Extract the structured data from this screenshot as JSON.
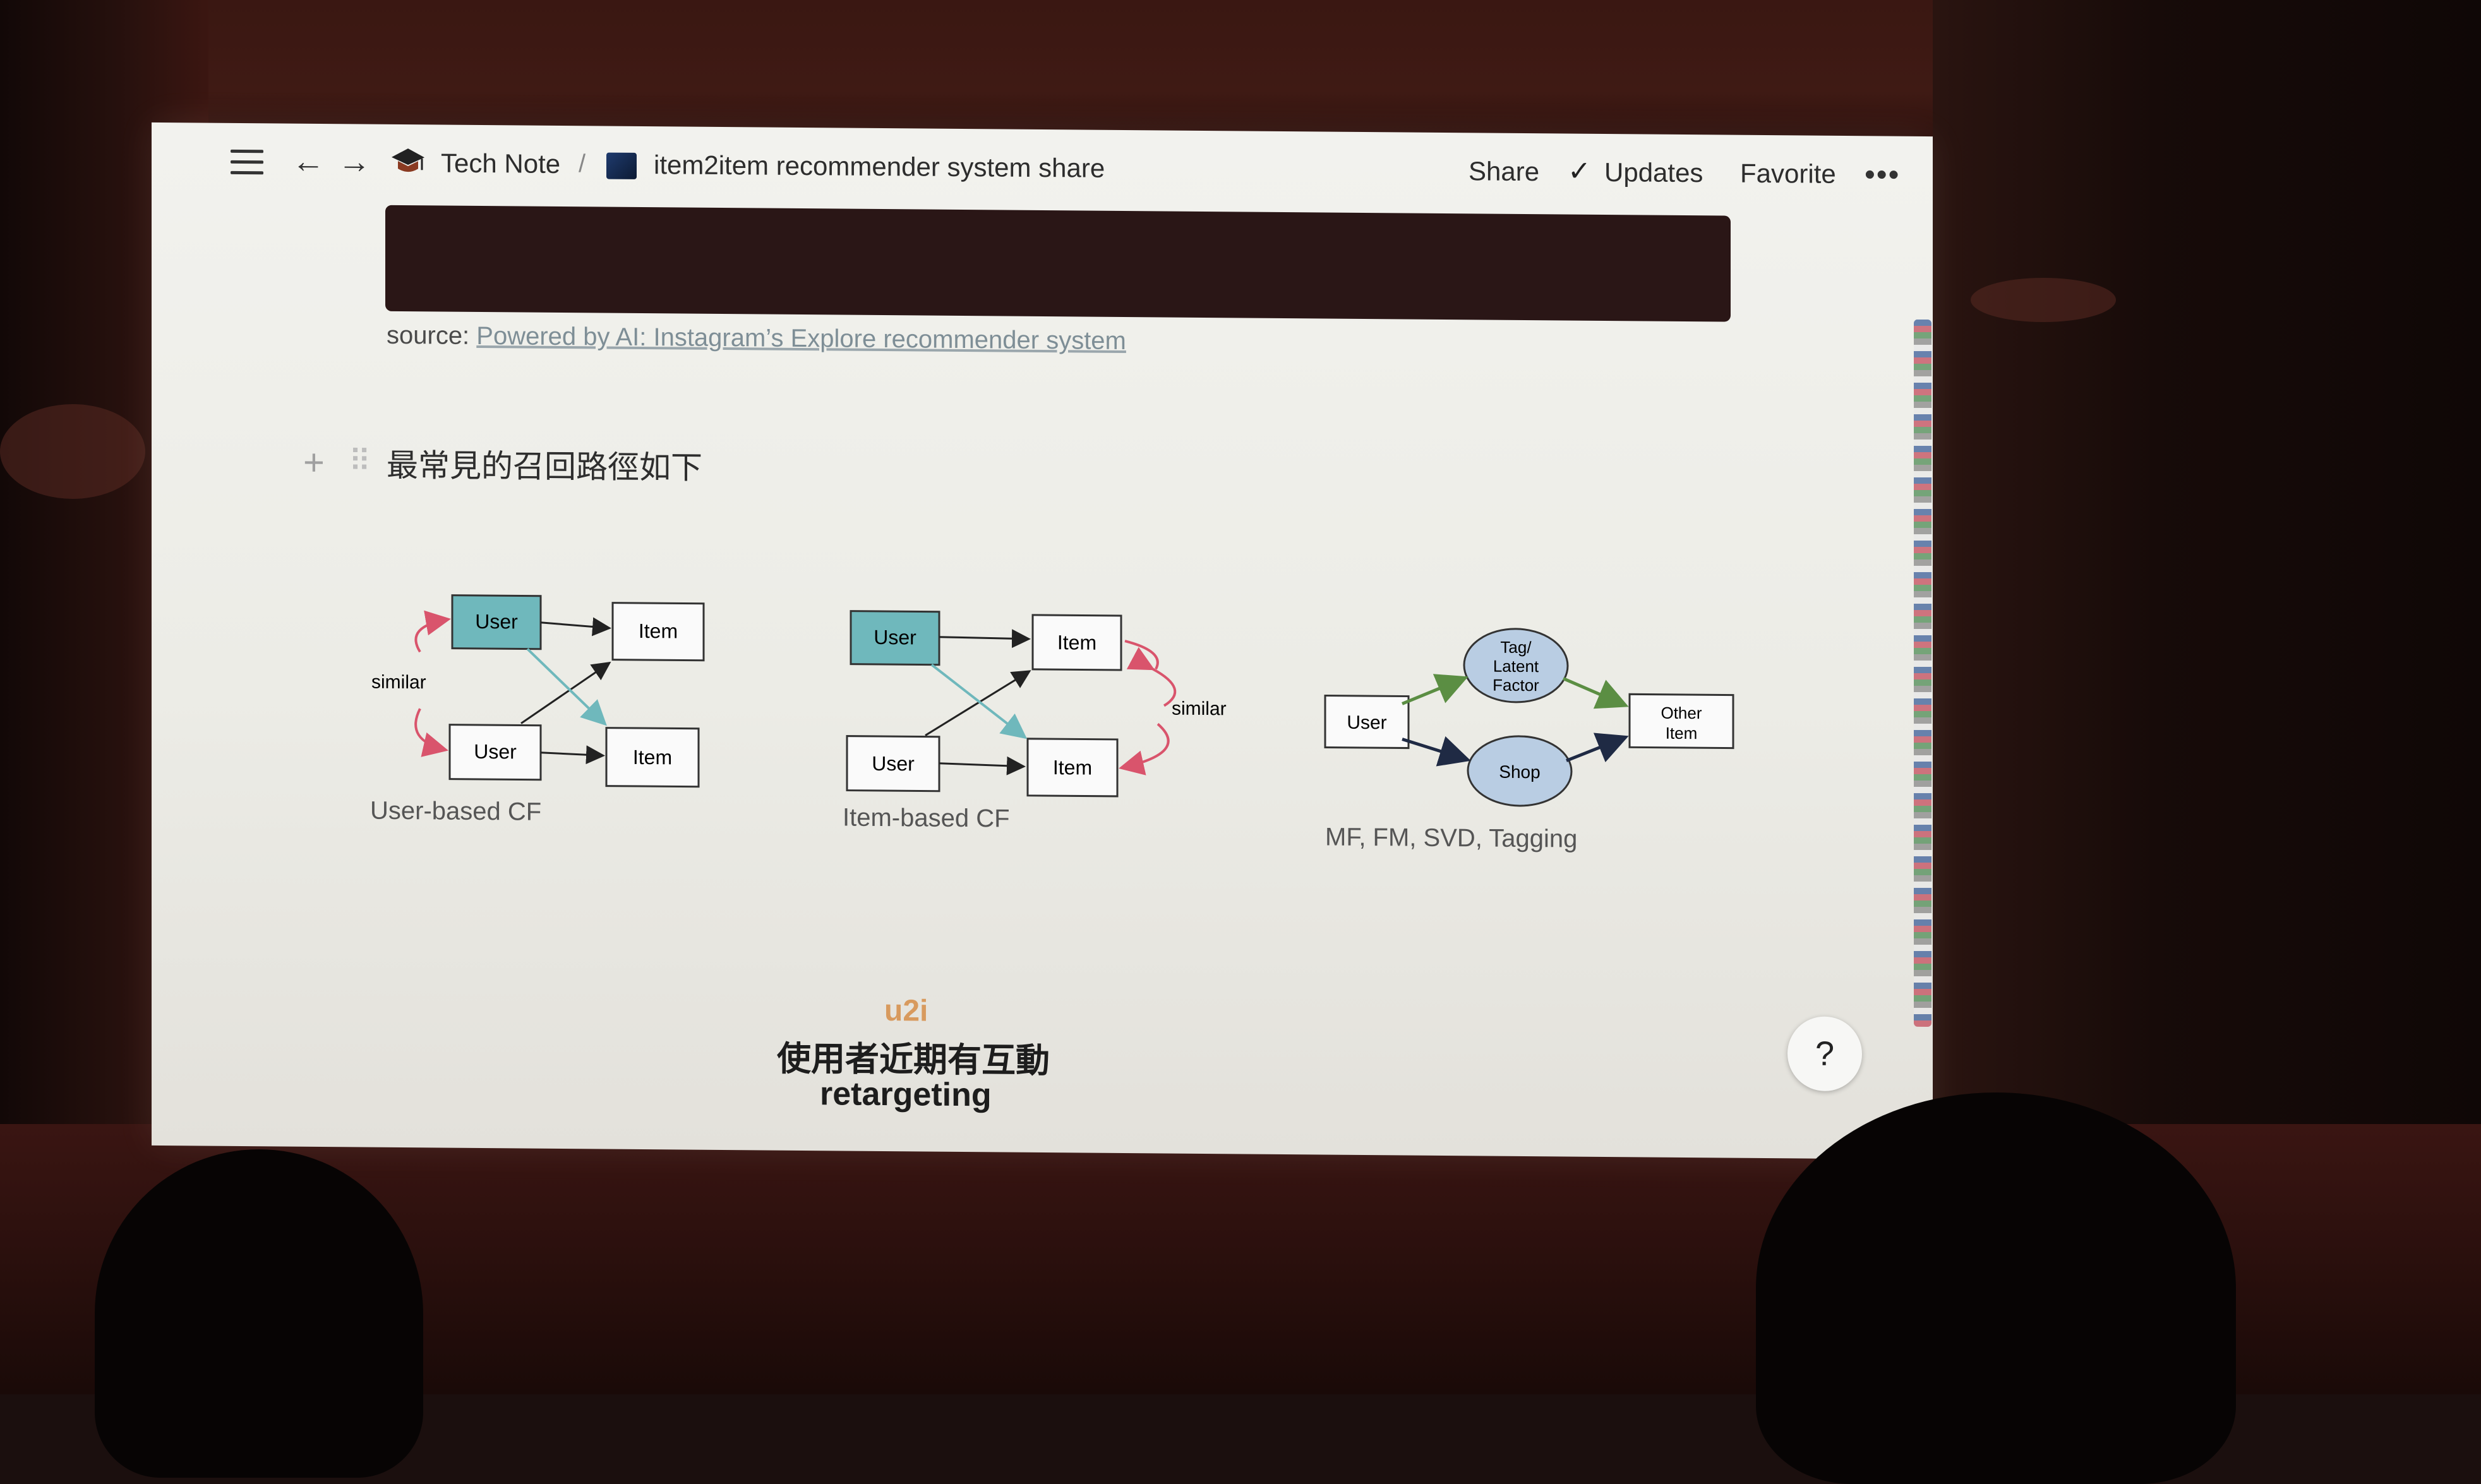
{
  "topbar": {
    "breadcrumb_workspace": "Tech Note",
    "breadcrumb_separator": "/",
    "page_title": "item2item recommender system share",
    "share_label": "Share",
    "updates_label": "Updates",
    "favorite_label": "Favorite",
    "more_label": "•••"
  },
  "source": {
    "prefix": "source:",
    "link_text": "Powered by AI: Instagram’s Explore recommender system"
  },
  "heading": "最常見的召回路徑如下",
  "diagrams": {
    "user_cf": {
      "caption": "User-based CF",
      "node_user_top": "User",
      "node_user_bottom": "User",
      "node_item_top": "Item",
      "node_item_bottom": "Item",
      "edge_label": "similar"
    },
    "item_cf": {
      "caption": "Item-based CF",
      "node_user_top": "User",
      "node_user_bottom": "User",
      "node_item_top": "Item",
      "node_item_bottom": "Item",
      "edge_label": "similar"
    },
    "mf": {
      "caption": "MF, FM, SVD, Tagging",
      "node_user": "User",
      "node_tag_line1": "Tag/",
      "node_tag_line2": "Latent",
      "node_tag_line3": "Factor",
      "node_shop": "Shop",
      "node_other_line1": "Other",
      "node_other_line2": "Item"
    }
  },
  "subtitle": {
    "line1": "u2i",
    "line2": "使用者近期有互動",
    "line3": "retargeting"
  },
  "help_label": "?",
  "colors": {
    "user_node_fill": "#6fb8bc",
    "tag_node_fill": "#b9cde3",
    "arrow_teal": "#6fb8bc",
    "arrow_red": "#d9546c",
    "arrow_green": "#5b8e43",
    "subtitle_accent": "#d89a5e"
  }
}
